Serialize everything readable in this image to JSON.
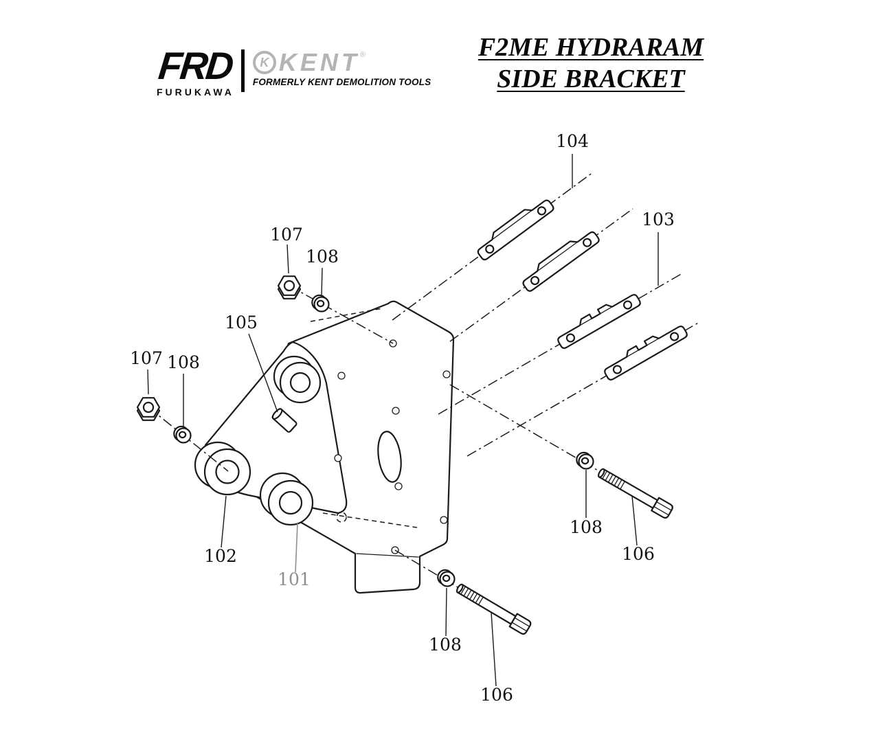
{
  "header": {
    "logo": {
      "frd": "FRD",
      "furukawa": "FURUKAWA",
      "kent": "KENT",
      "kent_emblem": "K",
      "kent_reg": "®",
      "kent_tagline": "FORMERLY KENT DEMOLITION TOOLS"
    },
    "title": {
      "line1": "F2ME HYDRARAM",
      "line2": "SIDE BRACKET"
    }
  },
  "diagram": {
    "type": "exploded-parts-diagram",
    "labels": {
      "l104": "104",
      "l103": "103",
      "l107_top": "107",
      "l108_top": "108",
      "l105": "105",
      "l107_left": "107",
      "l108_left": "108",
      "l102": "102",
      "l101": "101",
      "l108_right": "108",
      "l106_right": "106",
      "l108_bottom": "108",
      "l106_bottom": "106"
    },
    "colors": {
      "line": "#1a1a1a",
      "label": "#111111",
      "muted_label": "#8e8e8e",
      "kent_gray": "#b4b4b4"
    }
  }
}
